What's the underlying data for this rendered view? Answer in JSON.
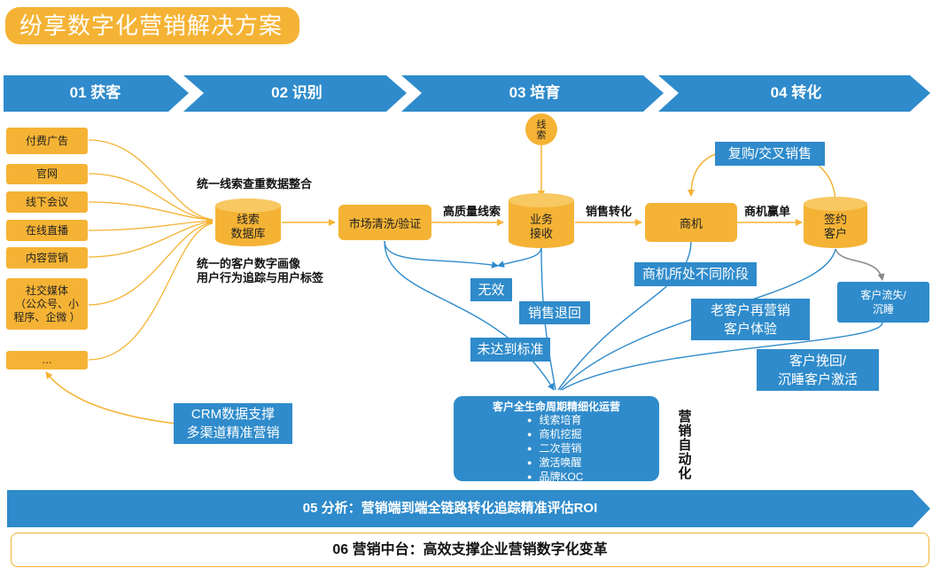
{
  "title": "纷享数字化营销解决方案",
  "stages": [
    "01 获客",
    "02 识别",
    "03 培育",
    "04 转化"
  ],
  "sources": [
    "付费广告",
    "官网",
    "线下会议",
    "在线直播",
    "内容营销",
    "社交媒体\n（公众号、小\n程序、企微 ）",
    "…"
  ],
  "lead_db": "线索\n数据库",
  "lead_db_top_label": "统一线索查重数据整合",
  "lead_db_bottom_label": "统一的客户数字画像\n用户行为追踪与用户标签",
  "cleanse_box": "市场清洗/验证",
  "edge_quality": "高质量线索",
  "business_recv": "业务\n接收",
  "lead_circle": "线\n索",
  "edge_sales_convert": "销售转化",
  "opportunity": "商机",
  "edge_win": "商机赢单",
  "signed": "签约\n客户",
  "repurchase": "复购/交叉销售",
  "churn": "客户流失/\n沉睡",
  "invalid": "无效",
  "sales_return": "销售退回",
  "not_meet": "未达到标准",
  "opp_stages": "商机所处不同阶段",
  "old_customer": "老客户再营销\n客户体验",
  "reactivate": "客户挽回/\n沉睡客户激活",
  "crm": "CRM数据支撑\n多渠道精准营销",
  "lifecycle": {
    "title": "客户全生命周期精细化运营",
    "items": [
      "线索培育",
      "商机挖掘",
      "二次营销",
      "激活唤醒",
      "品牌KOC"
    ]
  },
  "automation": "营\n销\n自\n动\n化",
  "analysis": "05 分析：营销端到端全链路转化追踪精准评估ROI",
  "platform": "06  营销中台：高效支撑企业营销数字化变革",
  "colors": {
    "orange": "#F5B335",
    "blue": "#2F8BCB",
    "arrow_orange": "#F5B335",
    "arrow_blue": "#2F8BCB",
    "arrow_gray": "#888888"
  }
}
